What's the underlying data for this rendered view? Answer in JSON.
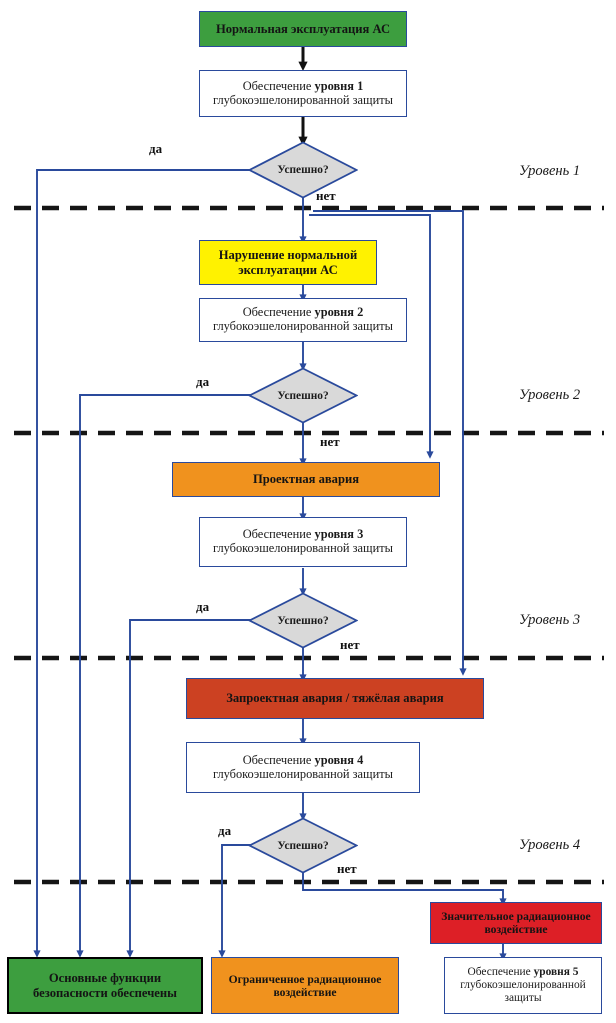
{
  "diagram": {
    "title_lang": "ru",
    "colors": {
      "normal_operation": "#3d9e3f",
      "abnormal_operation": "#fff200",
      "design_basis_accident": "#f0921e",
      "beyond_design_accident": "#cc4122",
      "significant_release": "#dd1f26",
      "limited_release": "#f0921e",
      "safety_ok": "#3d9e3f",
      "connector": "#2a4a9c",
      "box_border": "#2a4a9c",
      "separator": "#1a1a1a",
      "process_fill": "#ffffff",
      "decision_fill": "#d9d9d9"
    },
    "nodes": {
      "normal_operation": "Нормальная эксплуатация АС",
      "level1_provision_line1": "Обеспечение ",
      "level1_provision_bold": "уровня 1",
      "level1_provision_line2": "глубокоэшелонированной защиты",
      "abnormal_operation_line1": "Нарушение нормальной",
      "abnormal_operation_line2": "эксплуатации АС",
      "level2_provision_line1": "Обеспечение ",
      "level2_provision_bold": "уровня 2",
      "level2_provision_line2": "глубокоэшелонированной защиты",
      "design_basis_accident": "Проектная авария",
      "level3_provision_line1": "Обеспечение ",
      "level3_provision_bold": "уровня 3",
      "level3_provision_line2": "глубокоэшелонированной защиты",
      "beyond_design_accident": "Запроектная авария / тяжёлая авария",
      "level4_provision_line1": "Обеспечение ",
      "level4_provision_bold": "уровня 4",
      "level4_provision_line2": "глубокоэшелонированной защиты",
      "significant_release_line1": "Значительное радиационное",
      "significant_release_line2": "воздействие",
      "level5_provision_line1": "Обеспечение ",
      "level5_provision_bold": "уровня 5",
      "level5_provision_line2": "глубокоэшелонированной",
      "level5_provision_line3": "защиты",
      "safety_ok_line1": "Основные функции",
      "safety_ok_line2": "безопасности обеспечены",
      "limited_release_line1": "Ограниченное радиационное",
      "limited_release_line2": "воздействие"
    },
    "decisions": [
      {
        "id": "d1",
        "label": "Успешно?"
      },
      {
        "id": "d2",
        "label": "Успешно?"
      },
      {
        "id": "d3",
        "label": "Успешно?"
      },
      {
        "id": "d4",
        "label": "Успешно?"
      }
    ],
    "edge_labels": {
      "yes": "да",
      "no": "нет"
    },
    "levels": [
      {
        "id": "lvl1",
        "label": "Уровень 1"
      },
      {
        "id": "lvl2",
        "label": "Уровень 2"
      },
      {
        "id": "lvl3",
        "label": "Уровень 3"
      },
      {
        "id": "lvl4",
        "label": "Уровень 4"
      }
    ]
  }
}
